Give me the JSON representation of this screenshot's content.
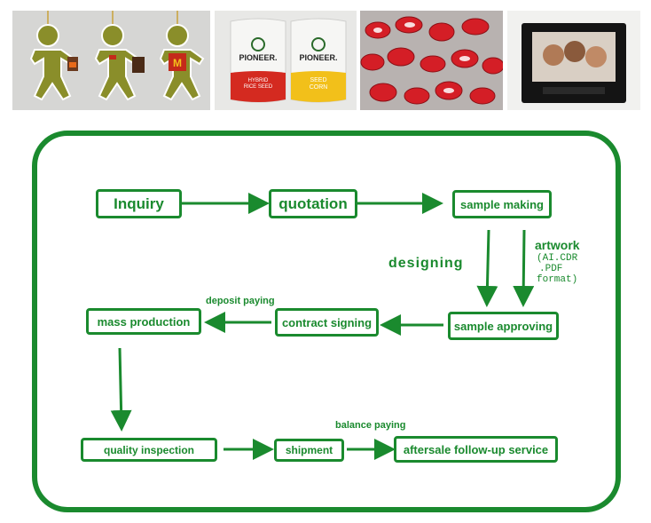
{
  "colors": {
    "accent": "#1a8a2e",
    "frame": "#1a8a2e"
  },
  "photos": [
    {
      "name": "gingerbread-ornaments"
    },
    {
      "name": "seed-bags",
      "bags": [
        {
          "brand": "PIONEER.",
          "line1": "HYBRID",
          "line2": "RICE SEED"
        },
        {
          "brand": "PIONEER.",
          "line1": "SEED",
          "line2": "CORN"
        }
      ]
    },
    {
      "name": "red-keychains"
    },
    {
      "name": "photo-frame"
    }
  ],
  "flow": {
    "inquiry": "Inquiry",
    "quotation": "quotation",
    "sample_making": "sample making",
    "designing": "designing",
    "artwork_title": "artwork",
    "artwork_line1": "(AI.CDR",
    "artwork_line2": ".PDF",
    "artwork_line3": "format)",
    "sample_approving": "sample approving",
    "contract_signing": "contract signing",
    "deposit_paying": "deposit paying",
    "mass_production": "mass production",
    "quality_inspection": "quality inspection",
    "shipment": "shipment",
    "balance_paying": "balance paying",
    "aftersale": "aftersale follow-up service"
  }
}
